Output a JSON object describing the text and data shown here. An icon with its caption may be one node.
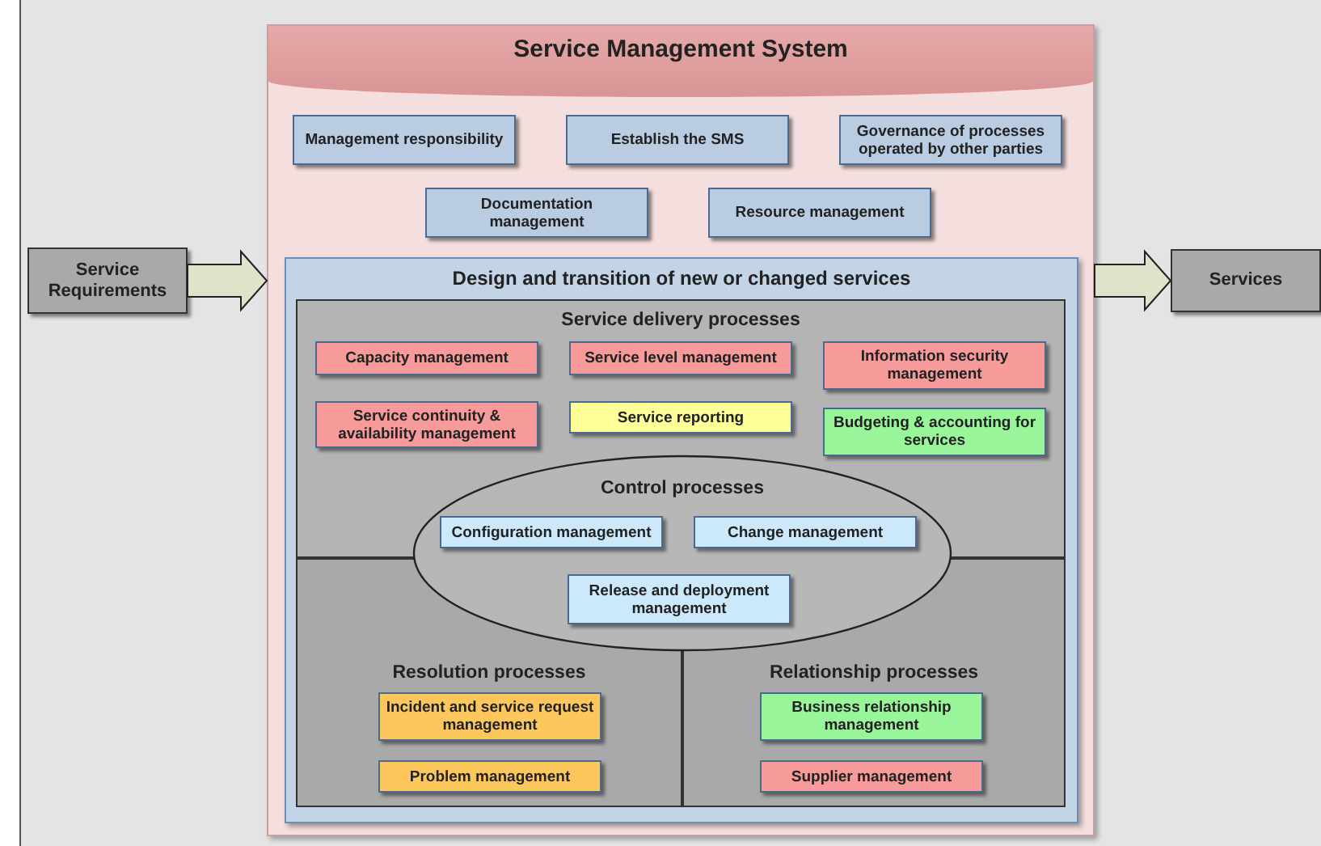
{
  "diagram": {
    "nodes": [
      {
        "text": [
          "Service Requirements"
        ]
      },
      {
        "text": [
          "Service Management System"
        ]
      },
      {
        "text": [
          "Management responsibility"
        ],
        "in": 1
      },
      {
        "text": [
          "Establish the SMS"
        ],
        "in": 1
      },
      {
        "text": [
          "Governance of processes operated by other parties"
        ],
        "in": 1
      },
      {
        "text": [
          "Documentation management"
        ],
        "in": 1
      },
      {
        "text": [
          "Resource management"
        ],
        "in": 1
      },
      {
        "text": [
          "Design and transition of new or changed services"
        ],
        "in": 1
      },
      {
        "text": [
          "Service delivery processes"
        ],
        "in": 7
      },
      {
        "text": [
          "Capacity management"
        ],
        "in": 8
      },
      {
        "text": [
          "Service level management"
        ],
        "in": 8
      },
      {
        "text": [
          "Information security management"
        ],
        "in": 8
      },
      {
        "text": [
          "Service continuity & availability management"
        ],
        "in": 8
      },
      {
        "text": [
          "Service reporting"
        ],
        "in": 8
      },
      {
        "text": [
          "Budgeting & accounting for services"
        ],
        "in": 8
      },
      {
        "text": [
          "Control processes"
        ],
        "in": 7
      },
      {
        "text": [
          "Configuration management"
        ]
      },
      {
        "text": [
          "Change management"
        ]
      },
      {
        "text": [
          "Release and deployment management"
        ],
        "in": 15
      },
      {
        "text": [
          "Resolution processes"
        ],
        "in": 7
      },
      {
        "text": [
          "Incident and service request management"
        ],
        "in": 19
      },
      {
        "text": [
          "Problem management"
        ],
        "in": 19
      },
      {
        "text": [
          "Relationship processes"
        ],
        "in": 7
      },
      {
        "text": [
          "Business relationship management"
        ],
        "in": 22
      },
      {
        "text": [
          "Supplier management"
        ],
        "in": 22
      },
      {
        "text": [
          "Services"
        ]
      }
    ],
    "edges": [
      {
        "from": 0,
        "to": 1,
        "arrow": "to"
      },
      {
        "from": 1,
        "to": 25,
        "arrow": "to"
      }
    ]
  }
}
